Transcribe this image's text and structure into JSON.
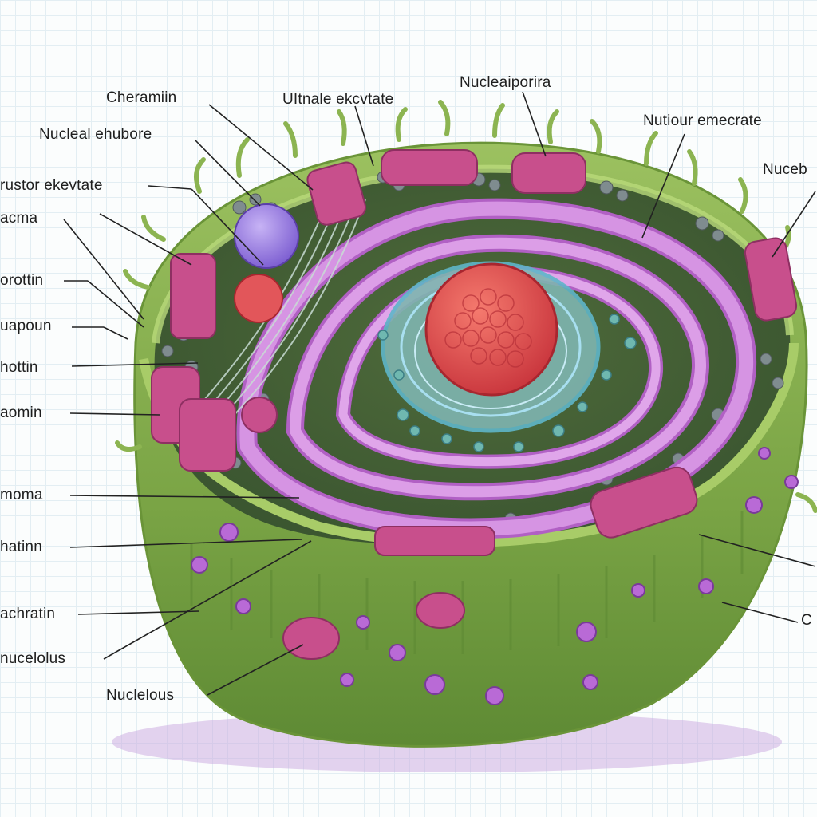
{
  "labels": {
    "cheramiin": "Cheramiin",
    "uitnale_ekcvtate": "UItnale ekcvtate",
    "nucleaiporira": "Nucleaiporira",
    "nutiour_emecrate": "Nutiour emecrate",
    "nuceb": "Nuceb",
    "nucleal_ehubore": "Nucleal ehubore",
    "rustor_ekevtate": "rustor ekevtate",
    "acma": "acma",
    "orottin": "orottin",
    "uapoun": "uapoun",
    "hottin": "hottin",
    "aomin": "aomin",
    "moma": "moma",
    "hatinn": "hatinn",
    "achratin": "achratin",
    "nucelolus": "nucelolus",
    "nuclelous": "Nuclelous",
    "c": "C"
  },
  "colors": {
    "cytoplasm": "#6e9a3c",
    "membrane": "#9cbf5a",
    "golgi": "#c77ad6",
    "nucleolus": "#e2565a",
    "vesicle": "#c84f8c",
    "nucleus_envelope": "#5fb6c9"
  }
}
